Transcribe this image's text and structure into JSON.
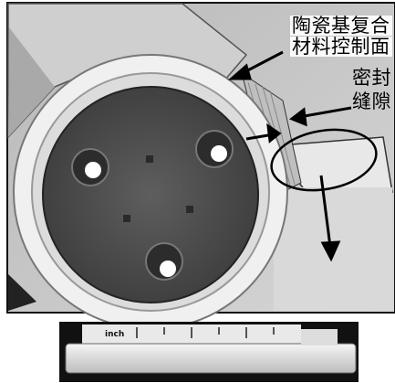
{
  "labels": {
    "composite_line1": "陶瓷基复合",
    "composite_line2": "材料控制面",
    "seal_line1": "密封",
    "seal_line2": "缝隙"
  },
  "ruler": {
    "unit": "inch"
  }
}
